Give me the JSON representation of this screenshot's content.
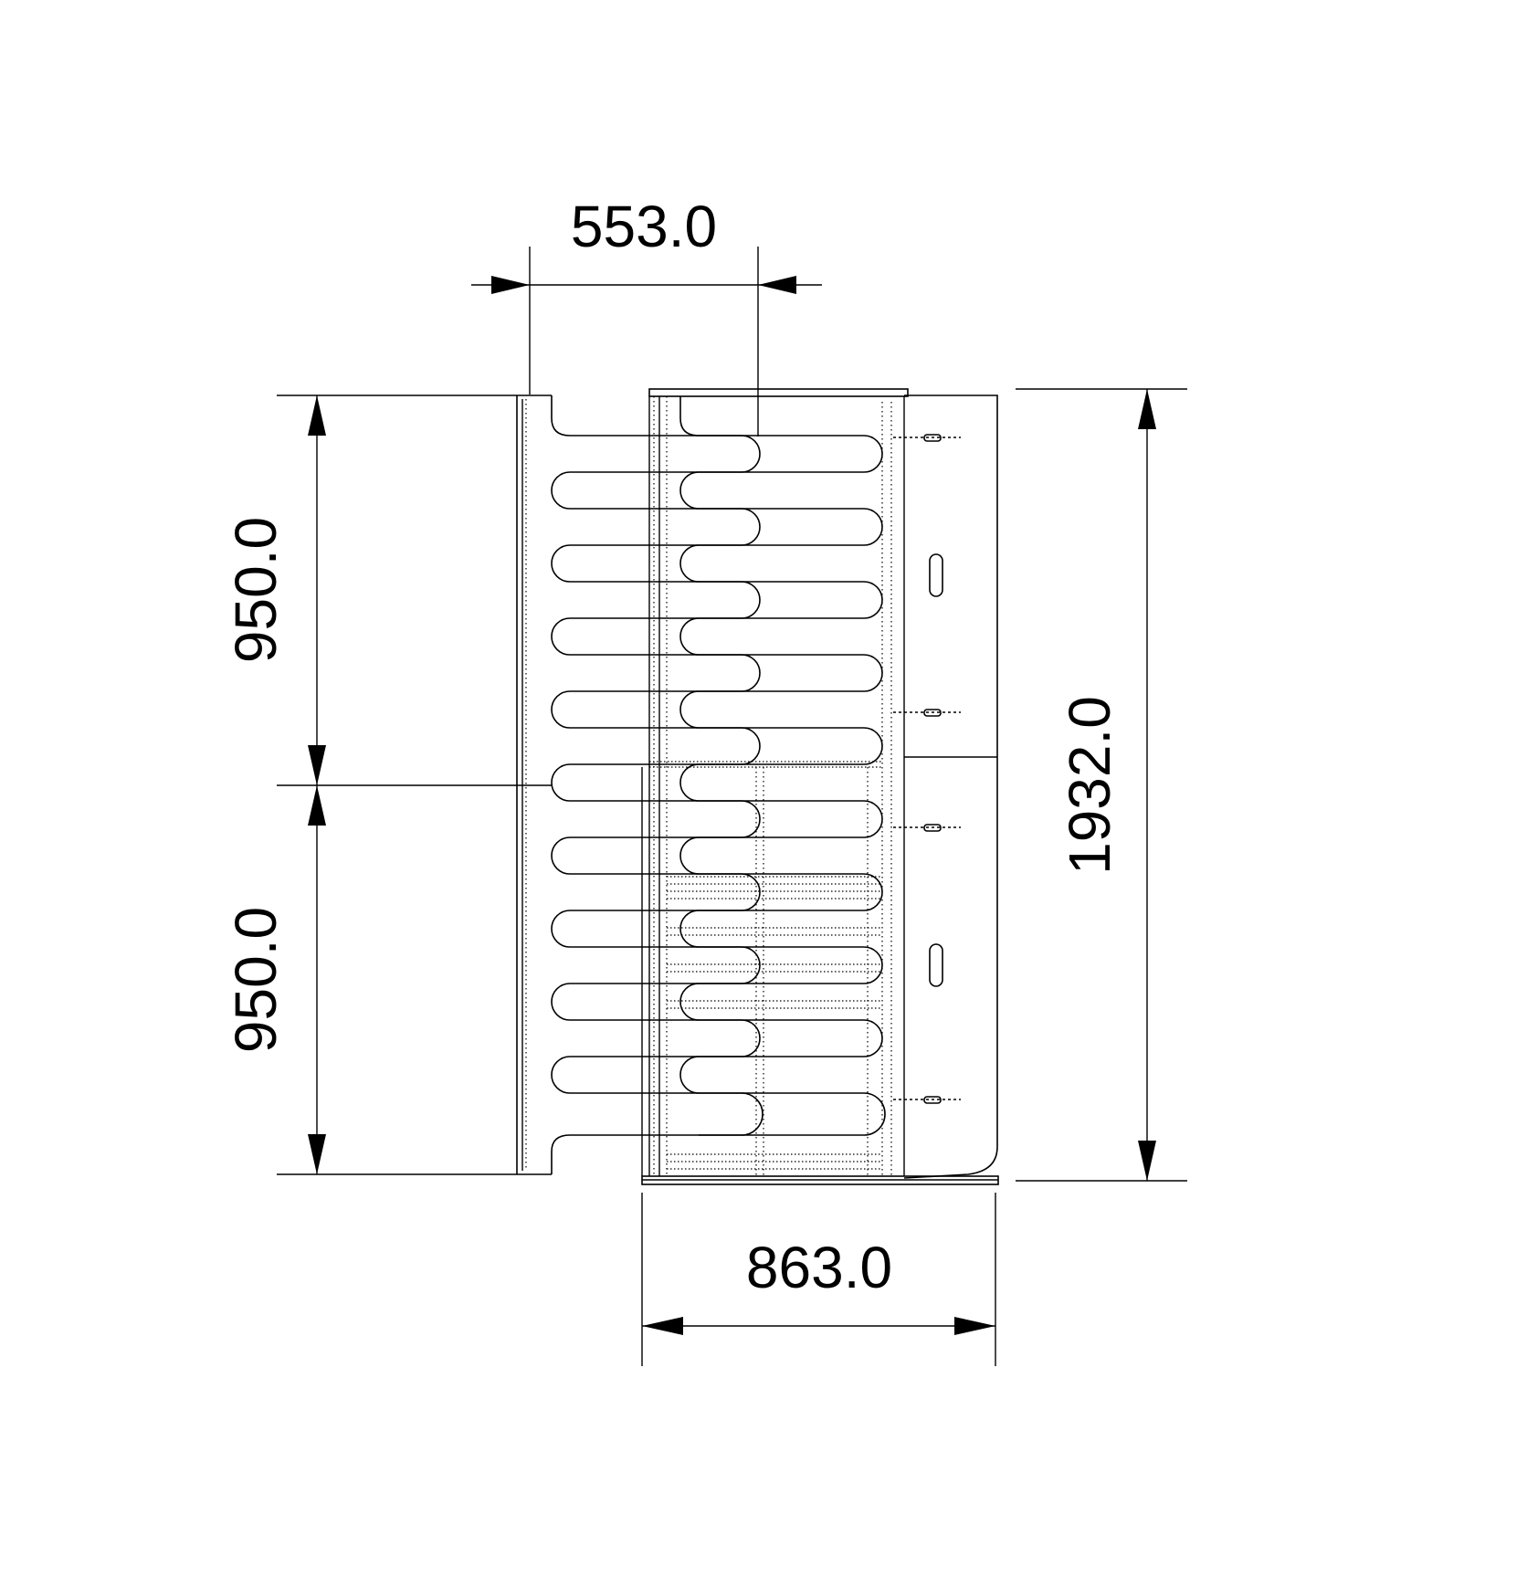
{
  "dimensions": {
    "top_width": "553.0",
    "upper_height": "950.0",
    "lower_height": "950.0",
    "total_height": "1932.0",
    "base_width": "863.0"
  },
  "colors": {
    "line": "#000000",
    "background": "#ffffff"
  }
}
